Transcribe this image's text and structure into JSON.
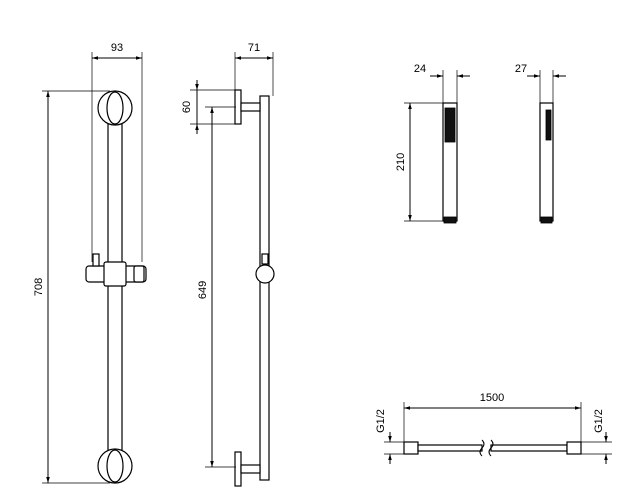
{
  "dimensions": {
    "bar_front_width": "93",
    "bar_side_depth": "71",
    "bar_height": "708",
    "bracket_offset": "60",
    "bracket_spacing": "649",
    "handshower_a_width": "24",
    "handshower_b_width": "27",
    "handshower_height": "210",
    "hose_length": "1500",
    "hose_left_thread": "G1/2",
    "hose_right_thread": "G1/2"
  }
}
